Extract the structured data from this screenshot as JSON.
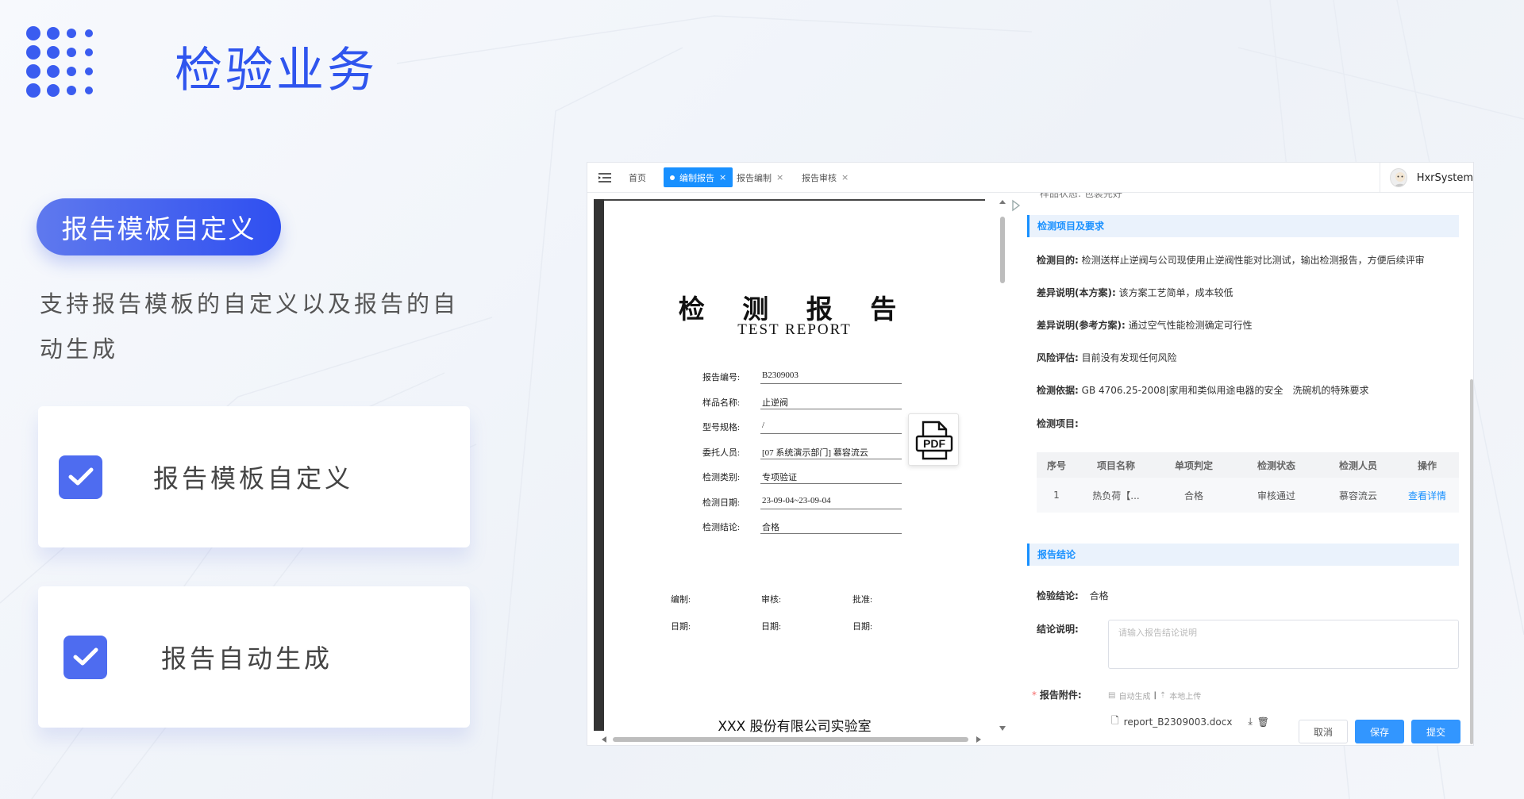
{
  "promo": {
    "title": "检验业务",
    "pill_label": "报告模板自定义",
    "intro": "支持报告模板的自定义以及报告的自动生成",
    "features": [
      {
        "label": "报告模板自定义"
      },
      {
        "label": "报告自动生成"
      }
    ],
    "accent_color": "#2f55ee"
  },
  "app": {
    "tabs": [
      {
        "label": "首页",
        "closable": false,
        "active": false
      },
      {
        "label": "编制报告",
        "closable": true,
        "active": true
      },
      {
        "label": "报告编制",
        "closable": true,
        "active": false
      },
      {
        "label": "报告审核",
        "closable": true,
        "active": false
      }
    ],
    "user": {
      "name": "HxrSystem",
      "icon": "avatar-icon"
    },
    "document": {
      "title": "检 测 报 告",
      "subtitle": "TEST REPORT",
      "fields": [
        {
          "key": "报告编号:",
          "value": "B2309003"
        },
        {
          "key": "样品名称:",
          "value": "止逆阀"
        },
        {
          "key": "型号规格:",
          "value": "/"
        },
        {
          "key": "委托人员:",
          "value": "[07 系统演示部门] 慕容流云"
        },
        {
          "key": "检测类别:",
          "value": "专项验证"
        },
        {
          "key": "检测日期:",
          "value": "23-09-04~23-09-04"
        },
        {
          "key": "检测结论:",
          "value": "合格"
        }
      ],
      "signatures": {
        "prepared": "编制:",
        "reviewed": "审核:",
        "approved": "批准:",
        "date": "日期:"
      },
      "footer": "XXX 股份有限公司实验室",
      "pdf_badge": "PDF"
    },
    "form": {
      "cut_row": "样品状态: 包装完好",
      "section_items": "检测项目及要求",
      "purpose_label": "检测目的:",
      "purpose_value": "检测送样止逆阀与公司现使用止逆阀性能对比测试，输出检测报告，方便后续评审",
      "diff_self_label": "差异说明(本方案):",
      "diff_self_value": "该方案工艺简单，成本较低",
      "diff_ref_label": "差异说明(参考方案):",
      "diff_ref_value": "通过空气性能检测确定可行性",
      "risk_label": "风险评估:",
      "risk_value": "目前没有发现任何风险",
      "basis_label": "检测依据:",
      "basis_value": "GB 4706.25-2008|家用和类似用途电器的安全　洗碗机的特殊要求",
      "items_label": "检测项目:",
      "table": {
        "headers": [
          "序号",
          "项目名称",
          "单项判定",
          "检测状态",
          "检测人员",
          "操作"
        ],
        "rows": [
          [
            "1",
            "热负荷【...",
            "合格",
            "审核通过",
            "慕容流云",
            "查看详情"
          ]
        ]
      },
      "section_conclusion": "报告结论",
      "conclusion_label": "检验结论:",
      "conclusion_value": "合格",
      "remark_label": "结论说明:",
      "remark_placeholder": "请输入报告结论说明",
      "attach_label": "报告附件:",
      "attach_required": "*",
      "attach_auto": "自动生成",
      "attach_sep": "|",
      "attach_upload": "本地上传",
      "attach_file": "report_B2309003.docx"
    },
    "buttons": {
      "cancel": "取消",
      "save": "保存",
      "submit": "提交"
    }
  }
}
